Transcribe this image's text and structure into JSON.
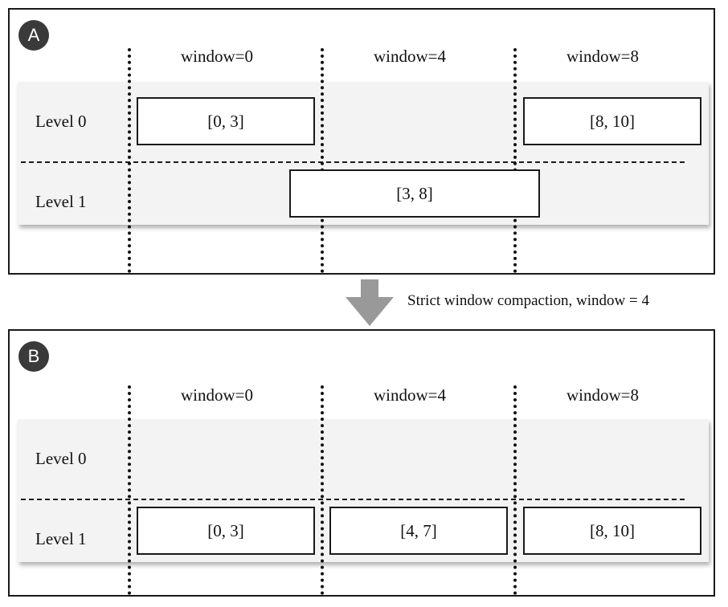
{
  "panel_a": {
    "badge": "A",
    "window_labels": [
      "window=0",
      "window=4",
      "window=8"
    ],
    "levels": [
      "Level 0",
      "Level 1"
    ],
    "level0_boxes": [
      "[0, 3]",
      "[8, 10]"
    ],
    "level1_boxes": [
      "[3, 8]"
    ]
  },
  "transition": {
    "caption": "Strict window compaction, window = 4",
    "arrow_color": "#999999"
  },
  "panel_b": {
    "badge": "B",
    "window_labels": [
      "window=0",
      "window=4",
      "window=8"
    ],
    "levels": [
      "Level 0",
      "Level 1"
    ],
    "level0_boxes": [],
    "level1_boxes": [
      "[0, 3]",
      "[4, 7]",
      "[8, 10]"
    ]
  }
}
